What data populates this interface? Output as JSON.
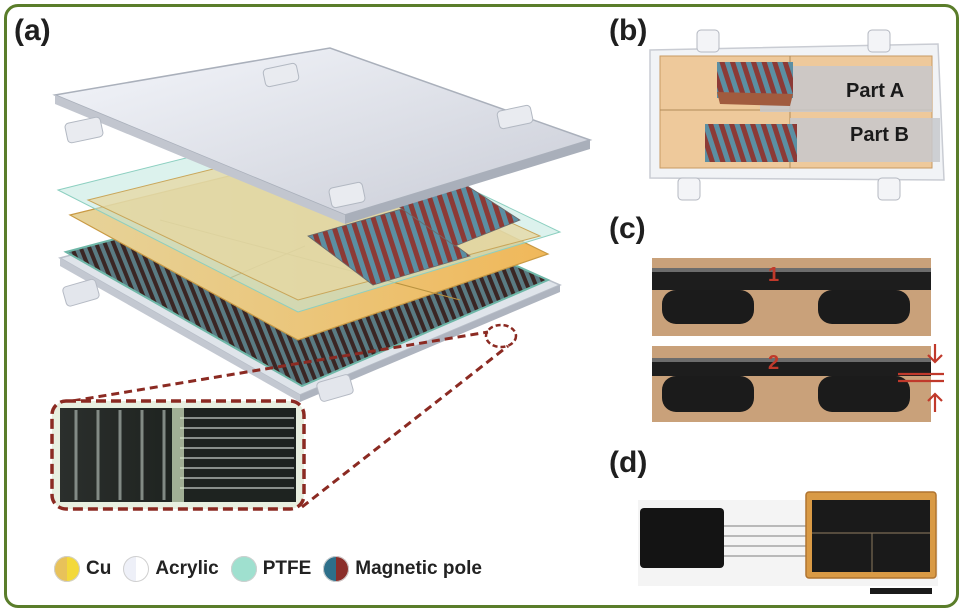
{
  "panels": {
    "a": "(a)",
    "b": "(b)",
    "c": "(c)",
    "d": "(d)"
  },
  "panel_b": {
    "part_a": "Part A",
    "part_b": "Part B"
  },
  "panel_c": {
    "marker_1": "1",
    "marker_2": "2"
  },
  "legend": [
    {
      "label": "Cu",
      "colors": [
        "#e8c25a",
        "#f3d93a"
      ]
    },
    {
      "label": "Acrylic",
      "colors": [
        "#eef0f8",
        "#ffffff"
      ]
    },
    {
      "label": "PTFE",
      "colors": [
        "#9fe0cf",
        "#9fe0cf"
      ]
    },
    {
      "label": "Magnetic pole",
      "colors": [
        "#2d6f8a",
        "#8b2e2a"
      ]
    }
  ],
  "colors": {
    "frame": "#5a7d2a",
    "dashed_callout": "#8b2a22",
    "annotation_red": "#c0392b"
  }
}
